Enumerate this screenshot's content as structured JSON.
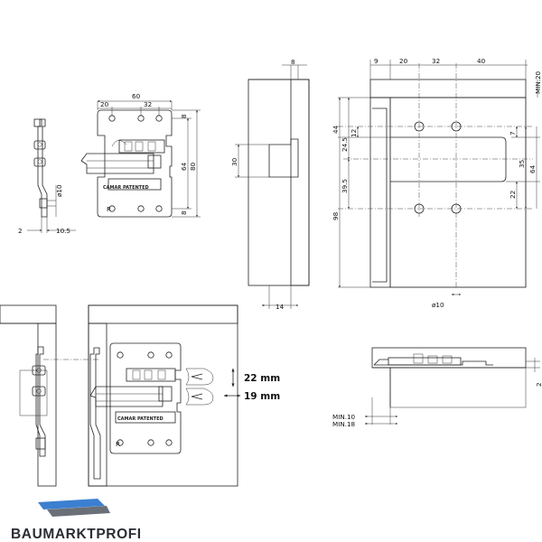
{
  "view1": {
    "dims": {
      "width_60": "60",
      "seg_20": "20",
      "seg_32": "32",
      "seg_8a": "8",
      "seg_8b": "8",
      "h_64": "64",
      "h_80": "80",
      "side_2": "2",
      "side_10_5": "10.5",
      "dia_10": "ø10"
    },
    "brand_label": "CAMAR PATENTED",
    "side_mark": "R"
  },
  "view2": {
    "dims": {
      "top_8": "8",
      "h_30": "30",
      "bottom_14": "14"
    }
  },
  "view3": {
    "dims": {
      "top_9": "9",
      "top_20": "20",
      "top_32": "32",
      "top_40": "40",
      "min_20": "MIN.20",
      "left_44": "44",
      "left_24_5": "24.5",
      "left_12": "12",
      "left_39_5": "39.5",
      "left_98": "98",
      "right_7": "7",
      "right_35": "35",
      "right_22": "22",
      "right_64": "64",
      "bottom_dia": "ø10"
    }
  },
  "view4": {
    "adjust_vertical": "22 mm",
    "adjust_horizontal": "19 mm",
    "brand_label": "CAMAR PATENTED",
    "side_mark": "R"
  },
  "view5": {
    "dims": {
      "min_10": "MIN.10",
      "min_18": "MIN.18",
      "right_2": "2"
    }
  },
  "logo": {
    "text": "BAUMARKTPROFI",
    "color_text": "#2a2d34",
    "color_stripe": "#3c7fd0"
  }
}
